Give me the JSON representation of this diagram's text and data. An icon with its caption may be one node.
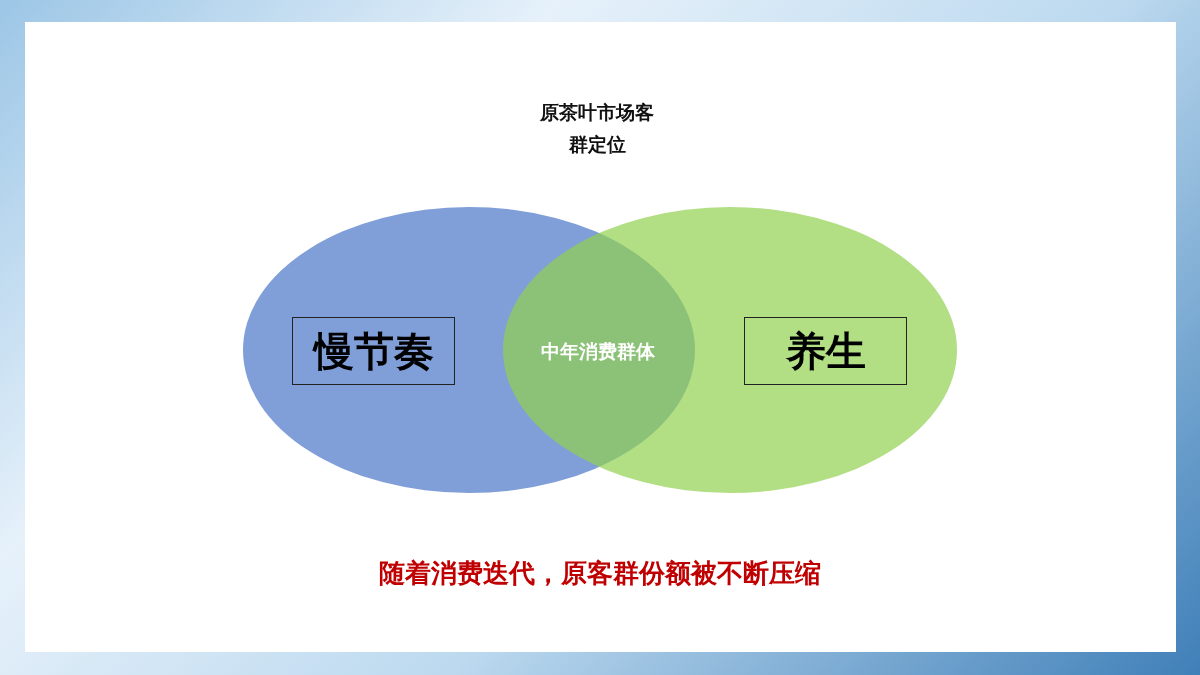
{
  "diagram": {
    "title": "原茶叶市场客群定位",
    "caption": "随着消费迭代，原客群份额被不断压缩",
    "nodes": [
      {
        "text": [],
        "shape": "circle"
      },
      {
        "text": [
          "慢节奏"
        ],
        "in": 0
      },
      {
        "text": [
          "中年消费群体"
        ]
      },
      {
        "text": [],
        "shape": "circle"
      },
      {
        "text": [
          "养生"
        ],
        "in": 3
      }
    ]
  }
}
